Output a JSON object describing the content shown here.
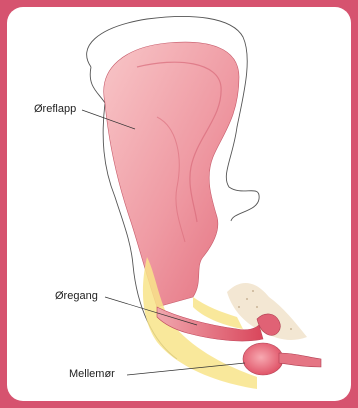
{
  "labels": {
    "pinna": "Øreflapp",
    "ear_canal": "Øregang",
    "eardrum": "Mellemør"
  },
  "colors": {
    "frame": "#d6536f",
    "card": "#ffffff",
    "skin_outline": "#555555",
    "pinna_fill": "#ef9aa3",
    "canal_fill": "#e45c6e",
    "fat_yellow": "#f8e48a",
    "bone": "#f3e7d3"
  }
}
